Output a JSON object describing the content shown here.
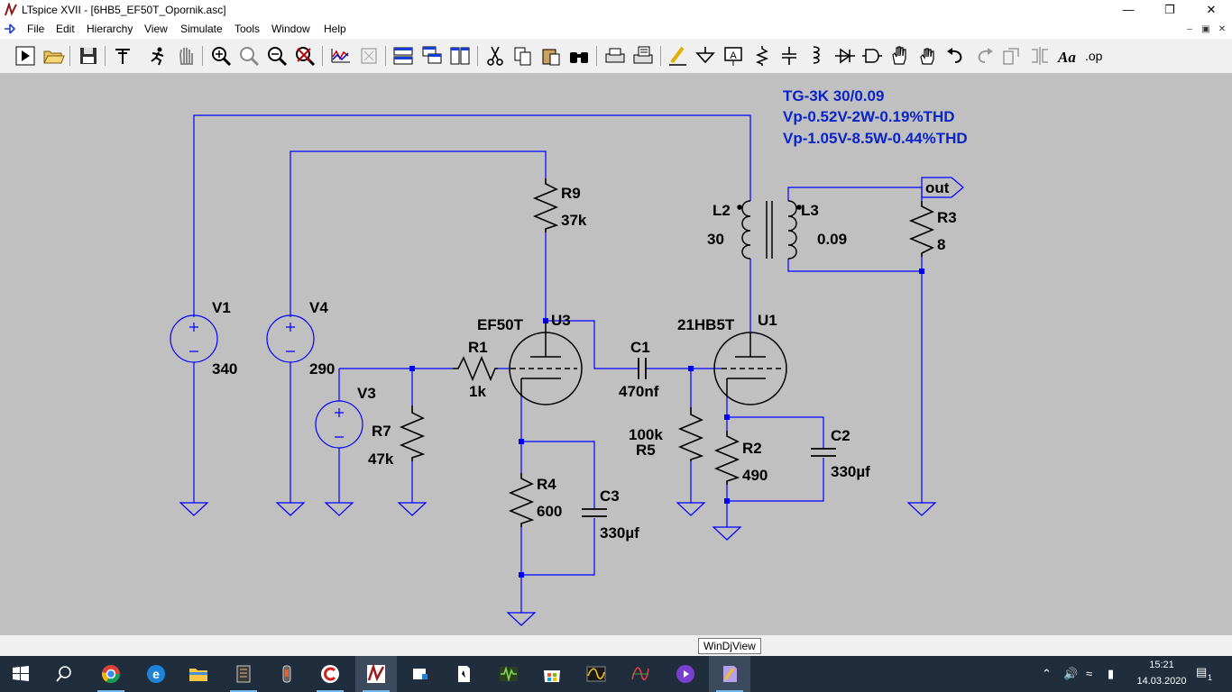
{
  "window": {
    "title": "LTspice XVII - [6HB5_EF50T_Opornik.asc]"
  },
  "menu": [
    "File",
    "Edit",
    "Hierarchy",
    "View",
    "Simulate",
    "Tools",
    "Window",
    "Help"
  ],
  "toolbar_icons": [
    "run-icon",
    "open-icon",
    "save-icon",
    "control-panel-icon",
    "halt-icon",
    "pan-icon",
    "zoom-in-icon",
    "zoom-full-icon",
    "zoom-out-icon",
    "zoom-cancel-icon",
    "waveform-icon",
    "autorange-icon",
    "tile-horizontal-icon",
    "cascade-icon",
    "tile-vertical-icon",
    "cut-icon",
    "copy-icon",
    "paste-icon",
    "find-icon",
    "print-icon",
    "print-setup-icon",
    "draw-wire-icon",
    "ground-icon",
    "label-net-icon",
    "resistor-icon",
    "capacitor-icon",
    "inductor-icon",
    "diode-icon",
    "component-icon",
    "move-icon",
    "drag-icon",
    "undo-icon",
    "redo-icon",
    "rotate-icon",
    "mirror-icon",
    "text-icon",
    "spice-directive-icon"
  ],
  "schematic": {
    "annotation": [
      "TG-3K 30/0.09",
      "Vp-0.52V-2W-0.19%THD",
      "Vp-1.05V-8.5W-0.44%THD"
    ],
    "net_label": "out",
    "components": {
      "v1": {
        "name": "V1",
        "value": "340"
      },
      "v4": {
        "name": "V4",
        "value": "290"
      },
      "v3": {
        "name": "V3"
      },
      "r7": {
        "name": "R7",
        "value": "47k"
      },
      "r1": {
        "name": "R1",
        "value": "1k"
      },
      "r9": {
        "name": "R9",
        "value": "37k"
      },
      "u3": {
        "name": "U3",
        "model": "EF50T"
      },
      "r4": {
        "name": "R4",
        "value": "600"
      },
      "c3": {
        "name": "C3",
        "value": "330µf"
      },
      "c1": {
        "name": "C1",
        "value": "470nf"
      },
      "r5": {
        "name": "R5",
        "value": "100k"
      },
      "u1": {
        "name": "U1",
        "model": "21HB5T"
      },
      "r2": {
        "name": "R2",
        "value": "490"
      },
      "c2": {
        "name": "C2",
        "value": "330µf"
      },
      "l2": {
        "name": "L2",
        "value": "30"
      },
      "l3": {
        "name": "L3",
        "value": "0.09"
      },
      "r3": {
        "name": "R3",
        "value": "8"
      }
    }
  },
  "tooltip": "WinDjView",
  "taskbar": {
    "apps": [
      "start-icon",
      "search-icon",
      "chrome-icon",
      "edge-icon",
      "file-explorer-icon",
      "app-icon",
      "app-icon",
      "ccleaner-icon",
      "ltspice-icon",
      "app-icon",
      "app-icon",
      "waveform-app-icon",
      "store-icon",
      "oscilloscope-icon",
      "app-icon",
      "media-icon",
      "windjview-icon"
    ],
    "time": "15:21",
    "date": "14.03.2020",
    "notifications": "1"
  }
}
